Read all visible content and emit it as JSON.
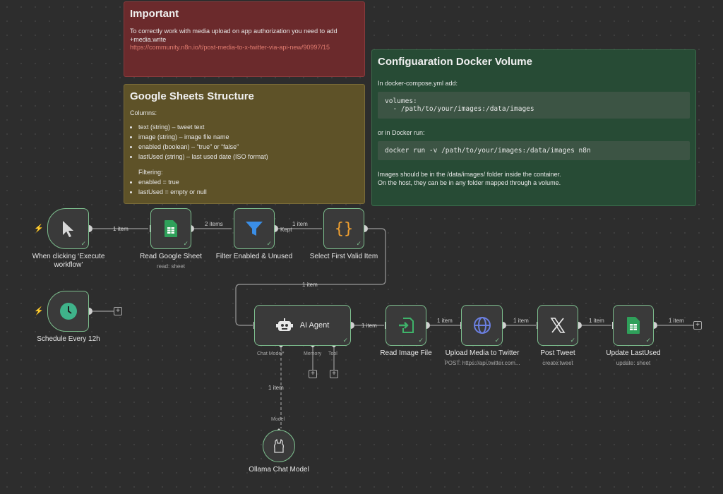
{
  "notes": {
    "important": {
      "title": "Important",
      "text": "To correctly work with media upload on app authorization you need to add +media.write",
      "link": "https://community.n8n.io/t/post-media-to-x-twitter-via-api-new/90997/15"
    },
    "sheets": {
      "title": "Google Sheets Structure",
      "columns_label": "Columns:",
      "columns": [
        "text (string) – tweet text",
        "image (string) – image file name",
        "enabled (boolean) – “true” or “false”",
        "lastUsed (string) – last used date (ISO format)"
      ],
      "filtering_label": "Filtering:",
      "filters": [
        "enabled = true",
        "lastUsed = empty or null"
      ]
    },
    "docker": {
      "title": "Configuaration Docker Volume",
      "compose_label": "In docker-compose.yml add:",
      "compose_code": "volumes:\n  - /path/to/your/images:/data/images",
      "run_label": "or in Docker run:",
      "run_code": "docker run -v /path/to/your/images:/data/images n8n",
      "footer1": "Images should be in the /data/images/ folder inside the container.",
      "footer2": "On the host, they can be in any folder mapped through a volume."
    }
  },
  "nodes": {
    "manual": {
      "label": "When clicking ‘Execute workflow’",
      "icon": "cursor-icon"
    },
    "schedule": {
      "label": "Schedule Every 12h",
      "icon": "clock-icon"
    },
    "read_sheet": {
      "label": "Read Google Sheet",
      "sub": "read: sheet",
      "icon": "google-sheets-icon"
    },
    "filter": {
      "label": "Filter Enabled & Unused",
      "icon": "filter-icon"
    },
    "select": {
      "label": "Select First Valid Item",
      "icon": "code-braces-icon"
    },
    "agent": {
      "label": "AI Agent",
      "icon": "robot-icon"
    },
    "read_image": {
      "label": "Read Image File",
      "icon": "file-import-icon"
    },
    "upload": {
      "label": "Upload Media to Twitter",
      "sub": "POST: https://api.twitter.com...",
      "icon": "globe-icon"
    },
    "post": {
      "label": "Post Tweet",
      "sub": "create:tweet",
      "icon": "x-logo-icon"
    },
    "update": {
      "label": "Update LastUsed",
      "sub": "update: sheet",
      "icon": "google-sheets-icon"
    },
    "ollama": {
      "label": "Ollama Chat Model",
      "icon": "ollama-icon"
    }
  },
  "edges": {
    "e1": "1 item",
    "e2": "2 items",
    "kept": "Kept",
    "e3": "1 item",
    "e4": "1 item",
    "e5": "1 item",
    "e6": "1 item",
    "e7": "1 item",
    "e8": "1 item",
    "e9": "1 item",
    "e10": "1 item"
  },
  "agent_ports": {
    "chat_model": "Chat Model*",
    "memory": "Memory",
    "tool": "Tool",
    "model": "Model"
  },
  "colors": {
    "success": "#7dbf8e",
    "important": "#6b2a2c",
    "sheets": "#5e5228",
    "docker": "#274b35"
  }
}
